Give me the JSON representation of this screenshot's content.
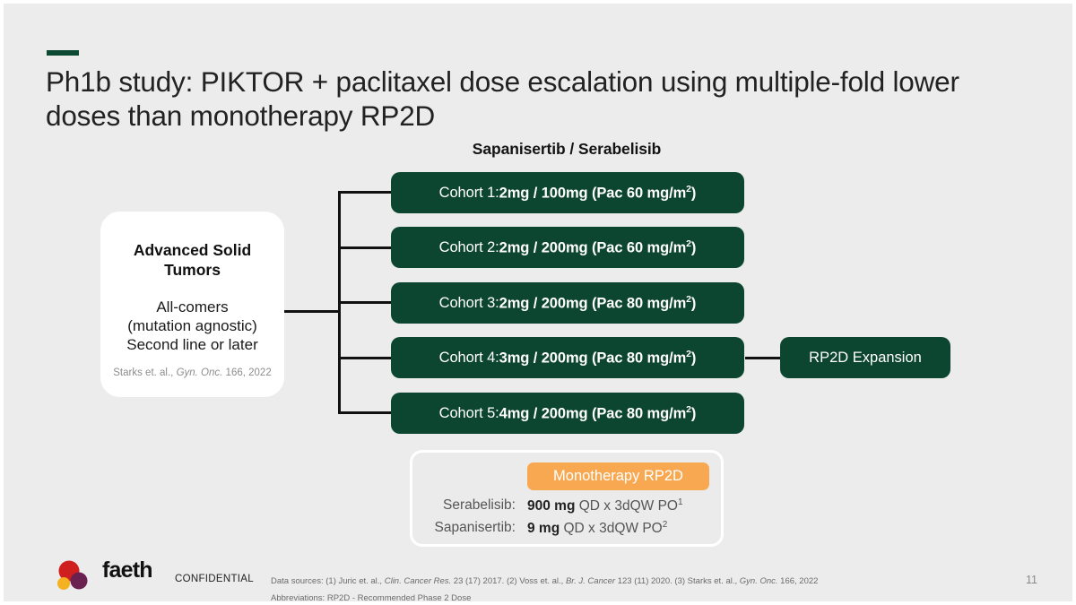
{
  "slide": {
    "title": "Ph1b study: PIKTOR + paclitaxel dose escalation using multiple-fold lower doses than monotherapy RP2D",
    "accent_color": "#0d4a34",
    "background_color": "#ececec",
    "page_number": "11"
  },
  "arm_label": "Sapanisertib / Serabelisib",
  "population": {
    "title": "Advanced Solid Tumors",
    "line1": "All-comers",
    "line2": "(mutation agnostic)",
    "line3": "Second line or later",
    "citation_pre": "Starks et. al., ",
    "citation_italic": "Gyn. Onc.",
    "citation_post": " 166, 2022"
  },
  "cohorts": [
    {
      "label": "Cohort 1: ",
      "dose": "2mg / 100mg (Pac 60 mg/m",
      "sup": "2",
      "dose_end": ")"
    },
    {
      "label": "Cohort 2: ",
      "dose": "2mg / 200mg (Pac 60 mg/m",
      "sup": "2",
      "dose_end": ")"
    },
    {
      "label": "Cohort 3: ",
      "dose": "2mg / 200mg (Pac 80 mg/m",
      "sup": "2",
      "dose_end": ")"
    },
    {
      "label": "Cohort 4: ",
      "dose": "3mg / 200mg (Pac 80 mg/m",
      "sup": "2",
      "dose_end": ")"
    },
    {
      "label": "Cohort 5: ",
      "dose": "4mg / 200mg (Pac 80 mg/m",
      "sup": "2",
      "dose_end": ")"
    }
  ],
  "expansion": {
    "label": "RP2D Expansion",
    "box_color": "#0d4630"
  },
  "monotherapy": {
    "badge": "Monotherapy RP2D",
    "badge_color": "#f9a852",
    "rows": [
      {
        "drug": "Serabelisib:",
        "dose": "900 mg",
        "regimen": " QD x 3dQW PO",
        "footnote": "1"
      },
      {
        "drug": "Sapanisertib:",
        "dose": "9 mg",
        "regimen": " QD x 3dQW PO",
        "footnote": "2"
      }
    ]
  },
  "footer": {
    "confidential": "CONFIDENTIAL",
    "logo_text": "faeth",
    "sources_prefix": "Data sources: (1) Juric et. al., ",
    "sources_it1": "Clin. Cancer Res.",
    "sources_mid1": " 23 (17) 2017. (2) Voss et. al., ",
    "sources_it2": "Br. J. Cancer",
    "sources_mid2": " 123 (11) 2020. (3) Starks et. al., ",
    "sources_it3": "Gyn. Onc.",
    "sources_end": " 166, 2022",
    "abbreviations": "Abbreviations: RP2D - Recommended Phase 2 Dose"
  }
}
